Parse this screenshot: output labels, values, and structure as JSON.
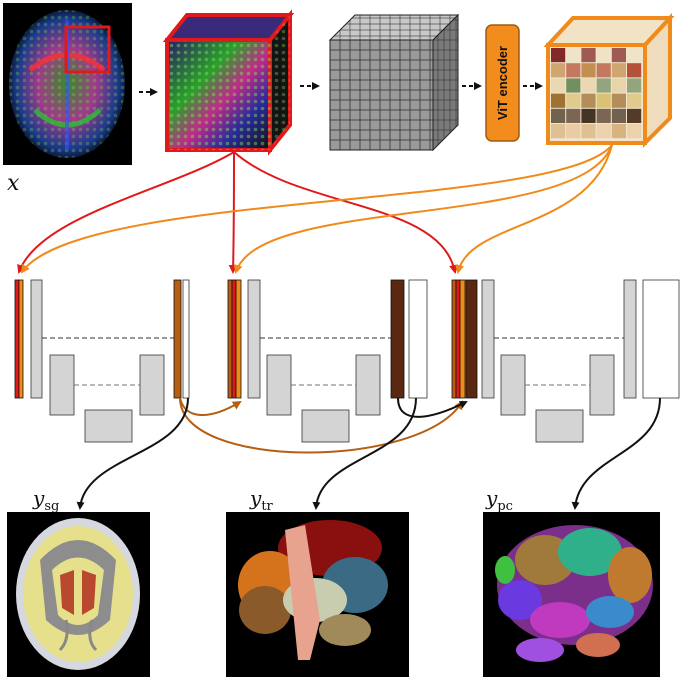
{
  "labels": {
    "input": "x",
    "encoder": "ViT encoder",
    "out_sg": {
      "base": "y",
      "sub": "sg"
    },
    "out_tr": {
      "base": "y",
      "sub": "tr"
    },
    "out_pc": {
      "base": "y",
      "sub": "pc"
    }
  },
  "colors": {
    "red": "#e0191b",
    "orange": "#f08a1a",
    "brown_light": "#b65e12",
    "brown_dark": "#5a2810",
    "gray_block": "#d4d4d4",
    "encoder_fill": "#f28c1c"
  },
  "icons": {
    "input_image": "dti-brain-slice-image",
    "patch_cube": "dti-patch-cube",
    "grid_cube": "patch-grid-cube",
    "feature_cube": "vit-feature-cube",
    "seg_sg": "subcortical-segmentation-image",
    "seg_tr": "tract-segmentation-3d-image",
    "seg_pc": "cortical-parcellation-3d-image"
  }
}
